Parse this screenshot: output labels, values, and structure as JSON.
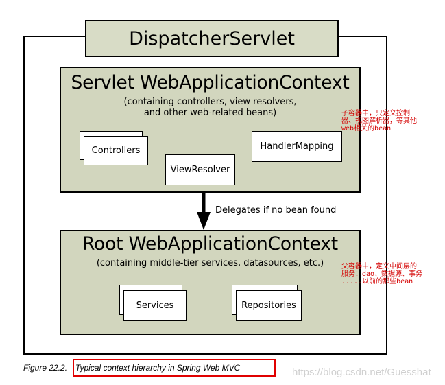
{
  "dispatcher": {
    "title": "DispatcherServlet"
  },
  "servlet_context": {
    "title": "Servlet WebApplicationContext",
    "subtitle_line1": "(containing controllers, view resolvers,",
    "subtitle_line2": "and other web-related beans)",
    "components": {
      "controllers": "Controllers",
      "view_resolver": "ViewResolver",
      "handler_mapping": "HandlerMapping"
    },
    "note": "子容器中，只定义控制\n器、视图解析器，等其他\nweb相关的bean"
  },
  "delegation": {
    "label": "Delegates if no bean found"
  },
  "root_context": {
    "title": "Root WebApplicationContext",
    "subtitle": "(containing middle-tier services, datasources, etc.)",
    "components": {
      "services": "Services",
      "repositories": "Repositories"
    },
    "note": "父容器中，定义中间层的\n服务：dao、数据源、事务\n.....以前的那些bean"
  },
  "caption": {
    "prefix": "Figure 22.2.",
    "text": "Typical context hierarchy in Spring Web MVC"
  },
  "watermark": "https://blog.csdn.net/Guesshat",
  "colors": {
    "context_fill": "#d2d6be",
    "title_fill": "#d8dcc6",
    "note_red": "#d40000",
    "highlight_red": "#e00000"
  }
}
